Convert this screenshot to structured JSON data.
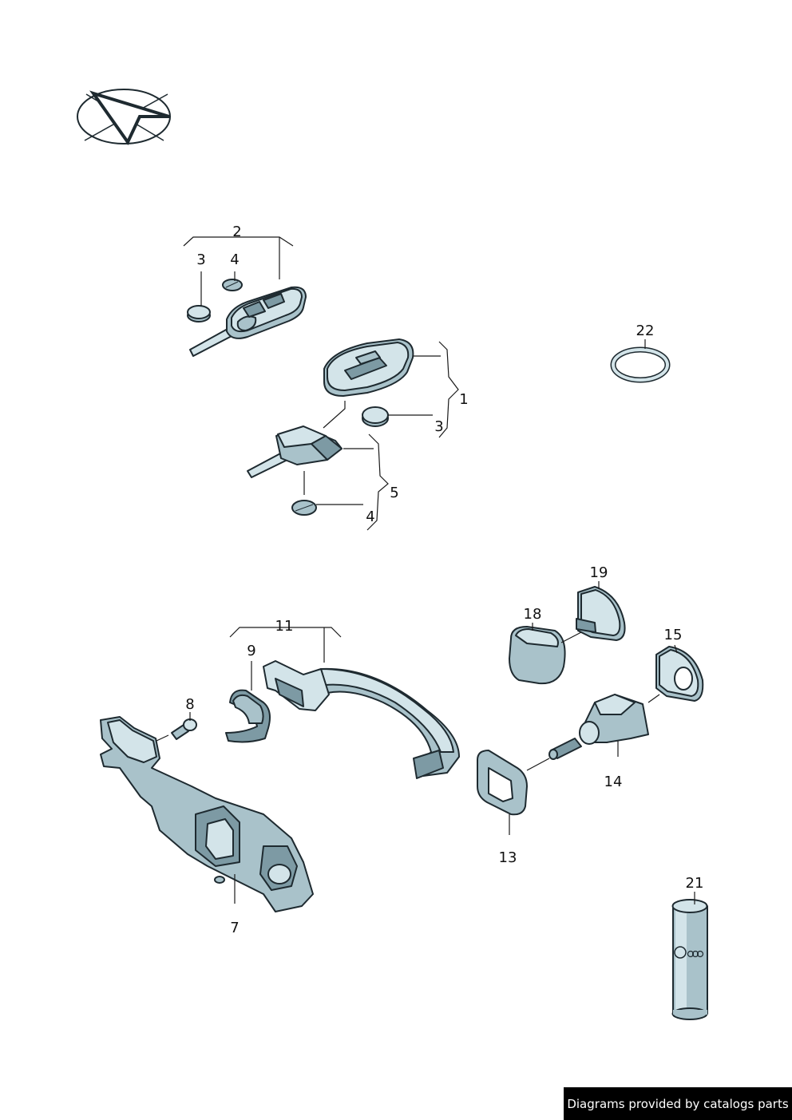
{
  "callouts": {
    "c1": "1",
    "c2": "2",
    "c3a": "3",
    "c3b": "3",
    "c4a": "4",
    "c4b": "4",
    "c5": "5",
    "c7": "7",
    "c8": "8",
    "c9": "9",
    "c11": "11",
    "c13": "13",
    "c14": "14",
    "c15": "15",
    "c18": "18",
    "c19": "19",
    "c21": "21",
    "c22": "22"
  },
  "icons": {
    "orientation": "orientation-arrow-icon",
    "brand_emblem": "brand-emblem-icon"
  },
  "colors": {
    "part_fill": "#d3e4e9",
    "part_shade": "#a9c2ca",
    "outline": "#1e2a30",
    "footer_bg": "#000000",
    "footer_text": "#ffffff"
  },
  "footer": {
    "text": "Diagrams provided by catalogs parts"
  }
}
